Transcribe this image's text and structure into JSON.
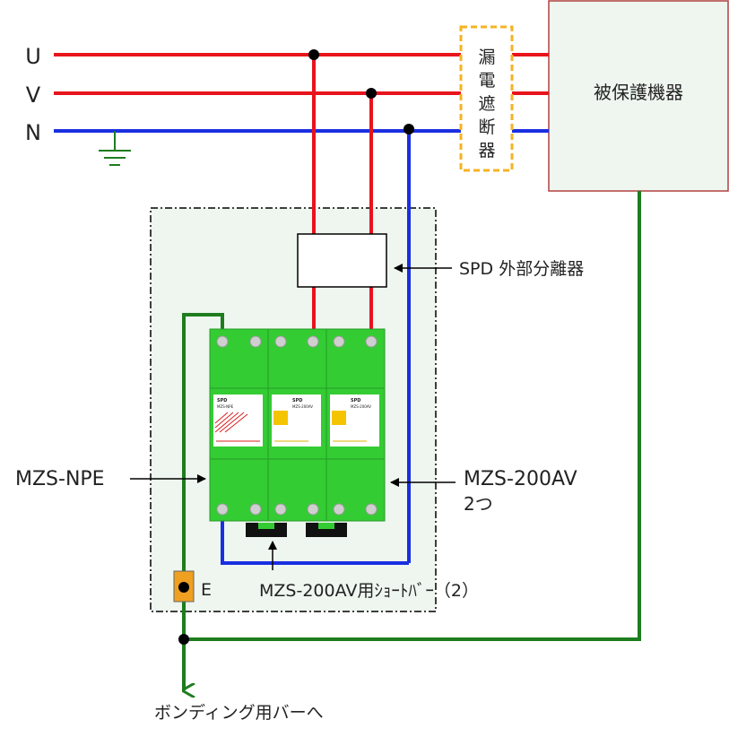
{
  "lines": {
    "u": "U",
    "v": "V",
    "n": "N"
  },
  "breaker": {
    "chars": [
      "漏",
      "電",
      "遮",
      "断",
      "器"
    ]
  },
  "protected_device": {
    "label": "被保護機器"
  },
  "spd_disconnector": {
    "label": "SPD 外部分離器"
  },
  "module_npe": {
    "label": "MZS-NPE",
    "face_title": "SPD",
    "face_model": "MZS-NPE"
  },
  "module_200av": {
    "label": "MZS-200AV",
    "count": "2つ",
    "face_title": "SPD",
    "face_model": "MZS-200AV"
  },
  "short_bar": {
    "label": "MZS-200AV用ｼｮｰﾄﾊﾞｰ（2）"
  },
  "earth_terminal": {
    "label": "E"
  },
  "bonding": {
    "label": "ボンディング用バーへ"
  },
  "colors": {
    "phase": "#e8141c",
    "neutral": "#1a2fe0",
    "earth": "#1e7d1e",
    "module": "#33cc33",
    "breaker_border": "#f5b324",
    "enclosure_bg": "#eef6ef",
    "terminal": "#f0a020"
  }
}
